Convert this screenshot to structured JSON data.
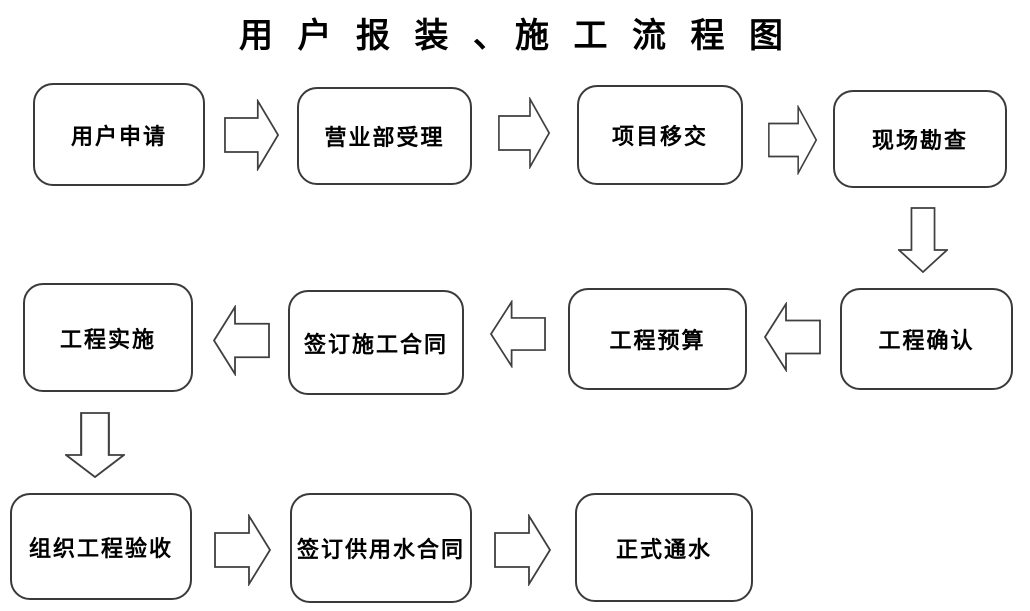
{
  "title": "用 户 报 装 、施 工 流 程 图",
  "diagram": {
    "type": "flowchart",
    "colors": {
      "background": "#ffffff",
      "node_fill": "#ffffff",
      "node_border": "#3a3a3a",
      "arrow_border": "#3f3f3f",
      "text": "#000000"
    },
    "nodes": [
      {
        "label": "用户申请"
      },
      {
        "label": "营业部受理"
      },
      {
        "label": "项目移交"
      },
      {
        "label": "现场勘查"
      },
      {
        "label": "工程确认"
      },
      {
        "label": "工程预算"
      },
      {
        "label": "签订施工合同"
      },
      {
        "label": "工程实施"
      },
      {
        "label": "组织工程验收"
      },
      {
        "label": "签订供用水合同"
      },
      {
        "label": "正式通水"
      }
    ],
    "edges": [
      {
        "from": "用户申请",
        "to": "营业部受理",
        "direction": "right"
      },
      {
        "from": "营业部受理",
        "to": "项目移交",
        "direction": "right"
      },
      {
        "from": "项目移交",
        "to": "现场勘查",
        "direction": "right"
      },
      {
        "from": "现场勘查",
        "to": "工程确认",
        "direction": "down"
      },
      {
        "from": "工程确认",
        "to": "工程预算",
        "direction": "left"
      },
      {
        "from": "工程预算",
        "to": "签订施工合同",
        "direction": "left"
      },
      {
        "from": "签订施工合同",
        "to": "工程实施",
        "direction": "left"
      },
      {
        "from": "工程实施",
        "to": "组织工程验收",
        "direction": "down"
      },
      {
        "from": "组织工程验收",
        "to": "签订供用水合同",
        "direction": "right"
      },
      {
        "from": "签订供用水合同",
        "to": "正式通水",
        "direction": "right"
      }
    ]
  }
}
